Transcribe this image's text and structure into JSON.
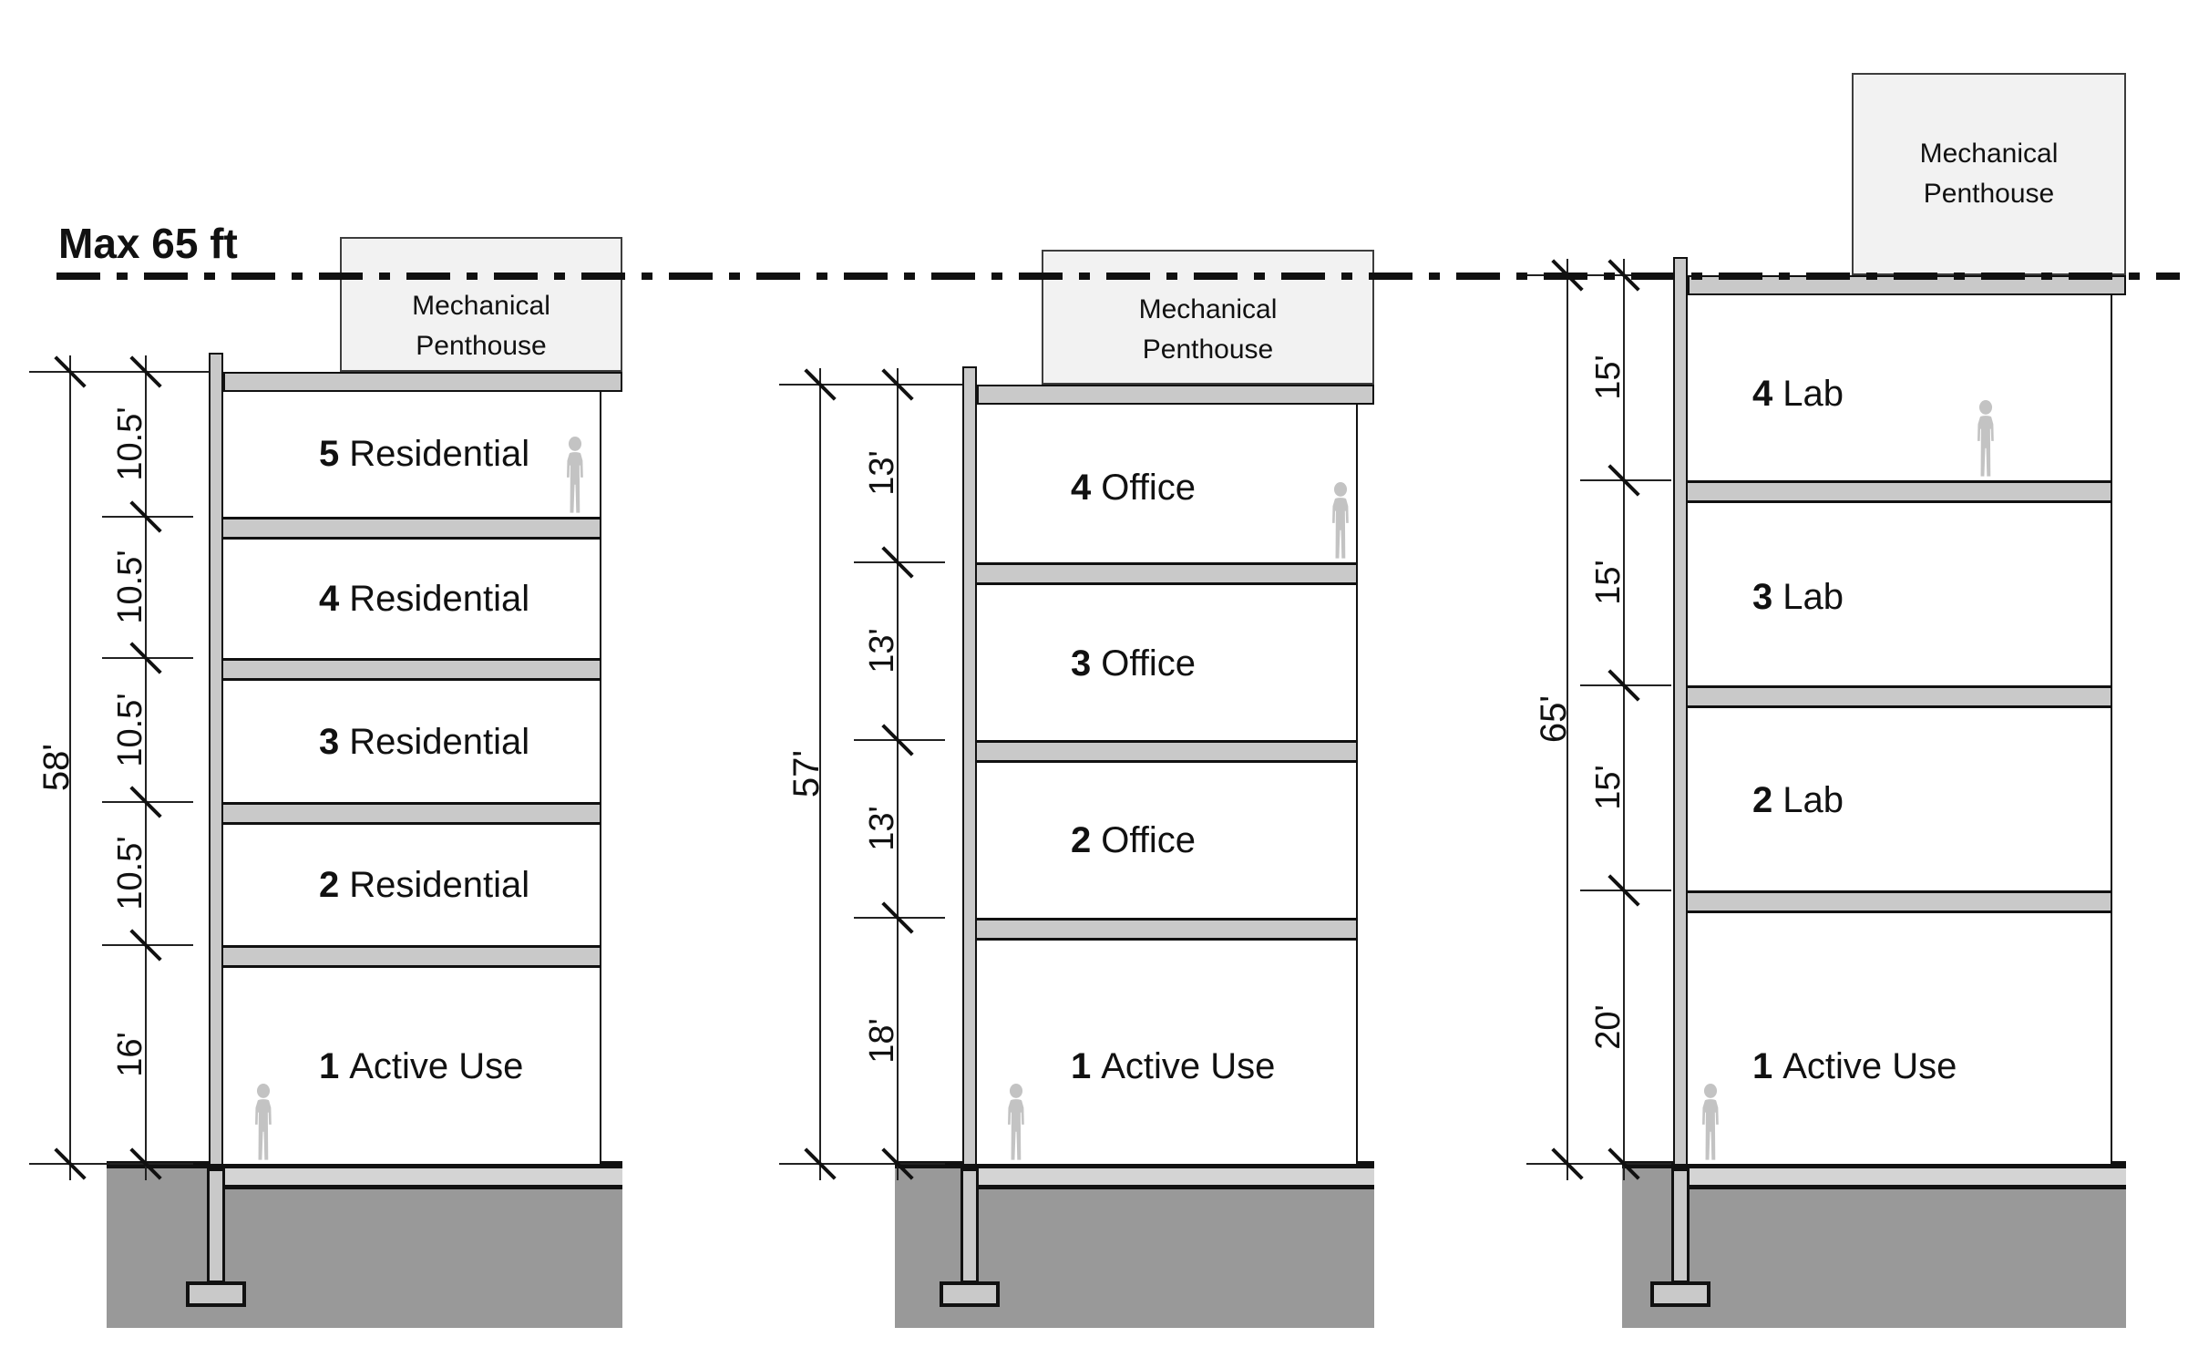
{
  "max_height_label": "Max 65 ft",
  "buildings": [
    {
      "use_type": "Residential",
      "total_height": "58'",
      "penthouse": {
        "line1": "Mechanical",
        "line2": "Penthouse"
      },
      "floors": [
        {
          "num": "5",
          "use": "Residential",
          "height": "10.5'"
        },
        {
          "num": "4",
          "use": "Residential",
          "height": "10.5'"
        },
        {
          "num": "3",
          "use": "Residential",
          "height": "10.5'"
        },
        {
          "num": "2",
          "use": "Residential",
          "height": "10.5'"
        },
        {
          "num": "1",
          "use": "Active Use",
          "height": "16'"
        }
      ]
    },
    {
      "use_type": "Office",
      "total_height": "57'",
      "penthouse": {
        "line1": "Mechanical",
        "line2": "Penthouse"
      },
      "floors": [
        {
          "num": "4",
          "use": "Office",
          "height": "13'"
        },
        {
          "num": "3",
          "use": "Office",
          "height": "13'"
        },
        {
          "num": "2",
          "use": "Office",
          "height": "13'"
        },
        {
          "num": "1",
          "use": "Active Use",
          "height": "18'"
        }
      ]
    },
    {
      "use_type": "Lab",
      "total_height": "65'",
      "penthouse": {
        "line1": "Mechanical",
        "line2": "Penthouse"
      },
      "floors": [
        {
          "num": "4",
          "use": "Lab",
          "height": "15'"
        },
        {
          "num": "3",
          "use": "Lab",
          "height": "15'"
        },
        {
          "num": "2",
          "use": "Lab",
          "height": "15'"
        },
        {
          "num": "1",
          "use": "Active Use",
          "height": "20'"
        }
      ]
    }
  ],
  "colors": {
    "slab": "#c9c9c9",
    "ground": "#999999",
    "ground_slab": "#d4d4d4",
    "penthouse": "#f2f2f2",
    "person": "#c3c3c3",
    "line": "#111111"
  }
}
